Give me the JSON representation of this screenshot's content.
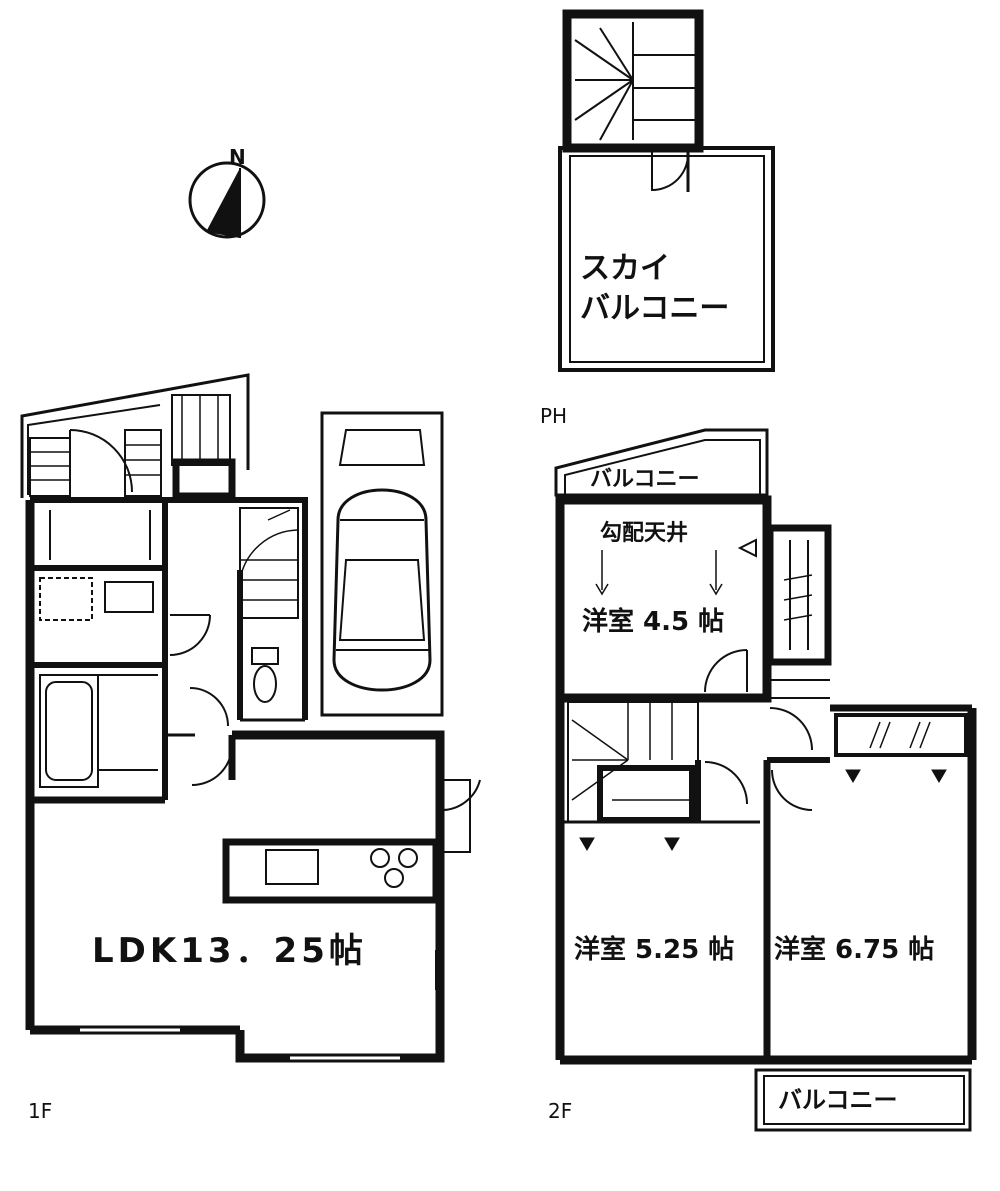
{
  "compass": {
    "north_label": "N"
  },
  "floors": {
    "f1": {
      "label": "1F"
    },
    "f2": {
      "label": "2F"
    },
    "ph": {
      "label": "PH"
    }
  },
  "rooms": {
    "ldk": "LDK13．25帖",
    "sky_balcony_line1": "スカイ",
    "sky_balcony_line2": "バルコニー",
    "balcony_top": "バルコニー",
    "balcony_bottom": "バルコニー",
    "slope_ceiling": "勾配天井",
    "western_45": "洋室 4.5 帖",
    "western_525": "洋室 5.25 帖",
    "western_675": "洋室 6.75 帖"
  },
  "colors": {
    "wall": "#111111",
    "background": "#ffffff"
  }
}
